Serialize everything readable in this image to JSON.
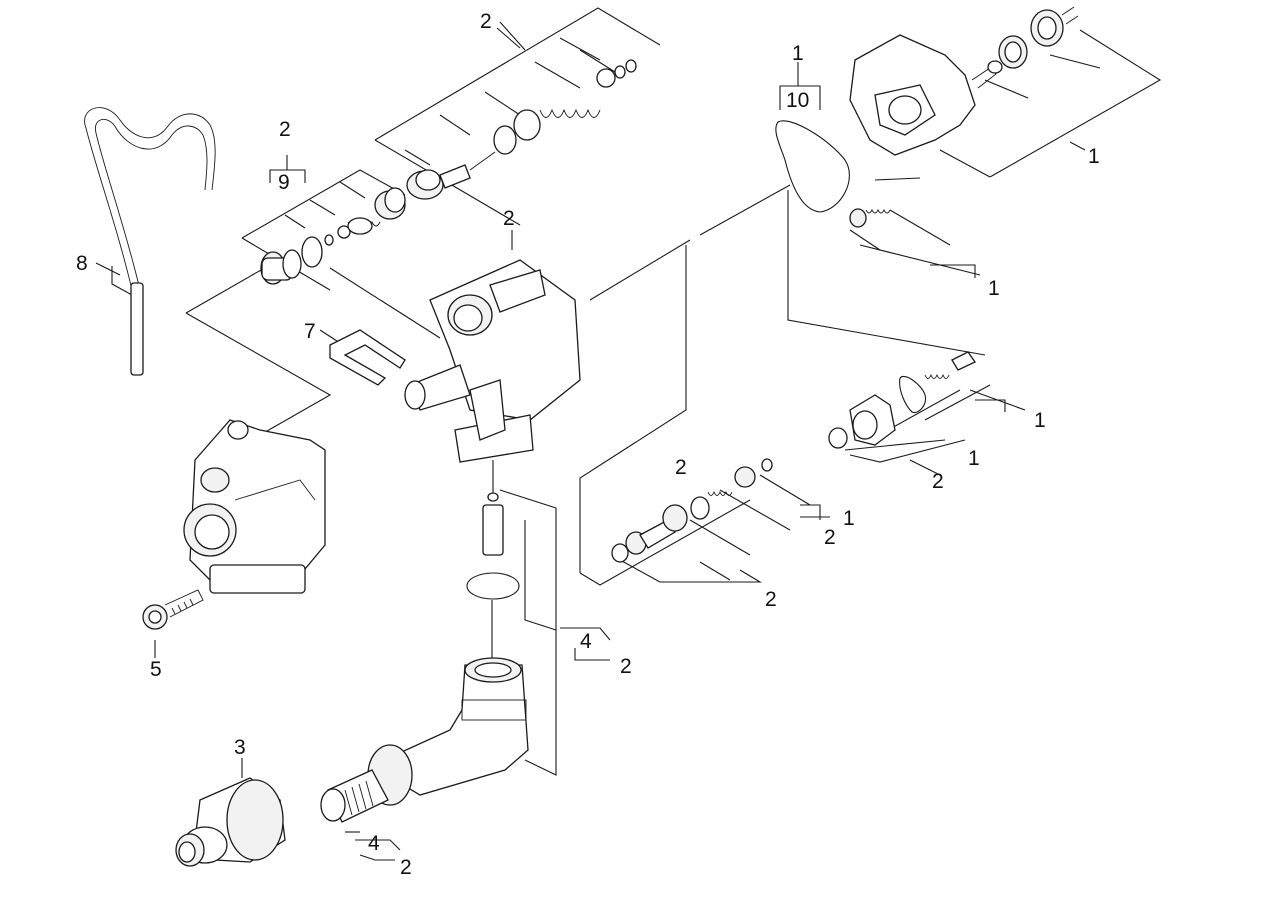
{
  "callouts": {
    "c_top_2": "2",
    "c_9_top": "2",
    "c_9": "9",
    "c_8": "8",
    "c_7": "7",
    "c_head_2": "2",
    "c_10_top": "1",
    "c_10": "10",
    "c_pump_1": "1",
    "c_valve_1a": "1",
    "c_valve_1b": "1",
    "c_valve_1c": "1",
    "c_valve_2a": "2",
    "c_mid_2": "2",
    "c_mid_1": "1",
    "c_mid_2b": "2",
    "c_mid_2c": "2",
    "c_4_mid": "4",
    "c_4_mid_2": "2",
    "c_5": "5",
    "c_3": "3",
    "c_4_bot": "4",
    "c_4_bot_2": "2"
  }
}
